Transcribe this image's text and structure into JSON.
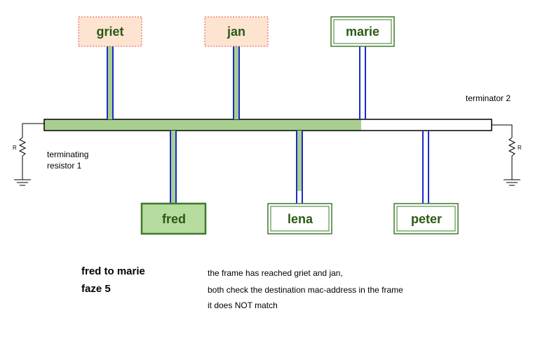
{
  "nodes": {
    "griet": "griet",
    "jan": "jan",
    "marie": "marie",
    "fred": "fred",
    "lena": "lena",
    "peter": "peter"
  },
  "labels": {
    "terminator_2": "terminator 2",
    "terminating_resistor_1_line1": "terminating",
    "terminating_resistor_1_line2": "resistor 1",
    "resistor_symbol": "R"
  },
  "caption": {
    "title_line1": "fred to marie",
    "title_line2": "faze 5",
    "text_line1": "the frame has reached griet and jan,",
    "text_line2": "both check the destination mac-address in the frame",
    "text_line3": "it does NOT match"
  },
  "colors": {
    "signal_green": "#a8cf8f",
    "sender_fill": "#b7dca0",
    "box_border_green": "#3d7a2a",
    "checking_box_fill": "#fce4d0",
    "checking_box_border": "#e05050",
    "wire_blue": "#1c2ccc"
  }
}
